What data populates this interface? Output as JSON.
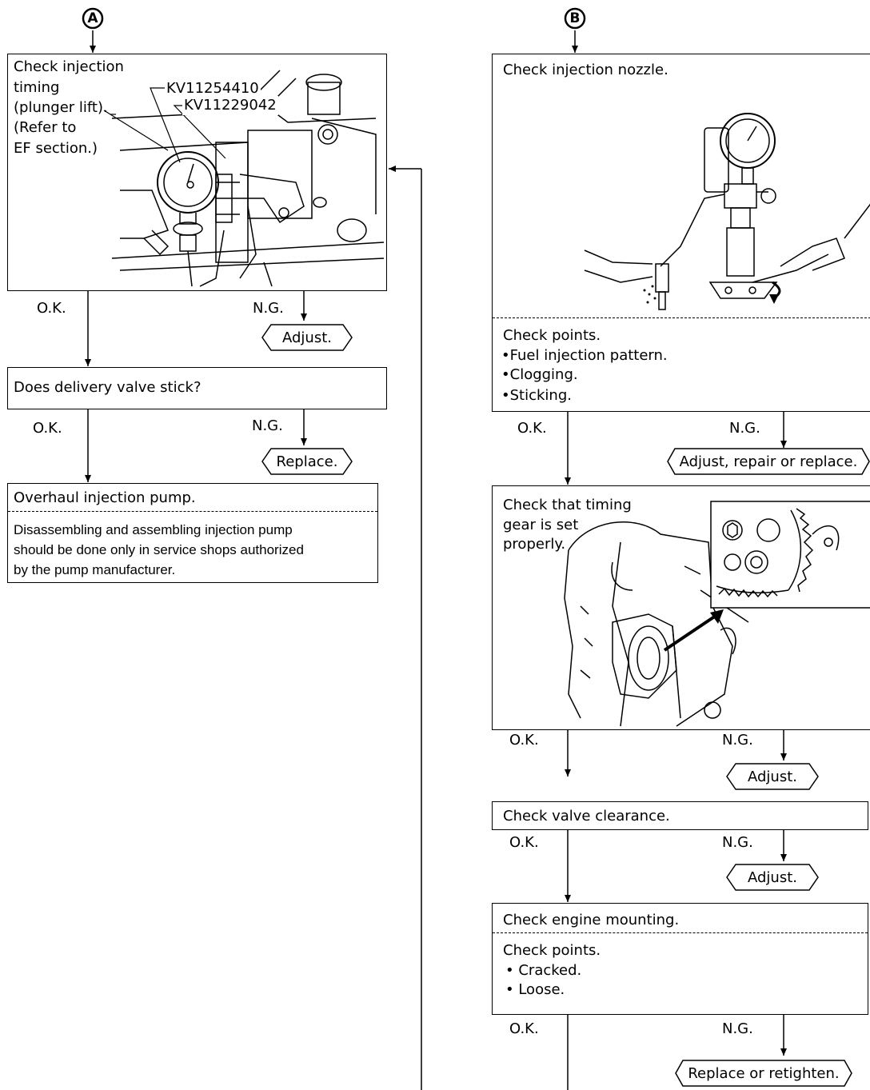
{
  "markers": {
    "a": "A",
    "b": "B"
  },
  "left": {
    "step1": {
      "lines": [
        "Check injection",
        "timing",
        "(plunger lift).",
        "(Refer to",
        "EF section.)"
      ],
      "tools": [
        "KV11254410",
        "KV11229042"
      ]
    },
    "ok1": "O.K.",
    "ng1": "N.G.",
    "action1": "Adjust.",
    "step2": "Does delivery valve stick?",
    "ok2": "O.K.",
    "ng2": "N.G.",
    "action2": "Replace.",
    "step3": {
      "title": "Overhaul injection pump.",
      "note": [
        "Disassembling and assembling injection pump",
        "should be done only in service shops authorized",
        "by the pump manufacturer."
      ]
    }
  },
  "right": {
    "step1": {
      "title": "Check injection nozzle.",
      "points_title": "Check points.",
      "points": [
        "Fuel injection pattern.",
        "Clogging.",
        "Sticking."
      ]
    },
    "ok1": "O.K.",
    "ng1": "N.G.",
    "action1": "Adjust, repair or replace.",
    "step2": {
      "lines": [
        "Check that timing",
        "gear is set",
        "properly."
      ]
    },
    "ok2": "O.K.",
    "ng2": "N.G.",
    "action2": "Adjust.",
    "step3": "Check valve clearance.",
    "ok3": "O.K.",
    "ng3": "N.G.",
    "action3": "Adjust.",
    "step4": {
      "title": "Check engine mounting.",
      "points_title": "Check points.",
      "points": [
        "Cracked.",
        "Loose."
      ]
    },
    "ok4": "O.K.",
    "ng4": "N.G.",
    "action4": "Replace or retighten."
  }
}
